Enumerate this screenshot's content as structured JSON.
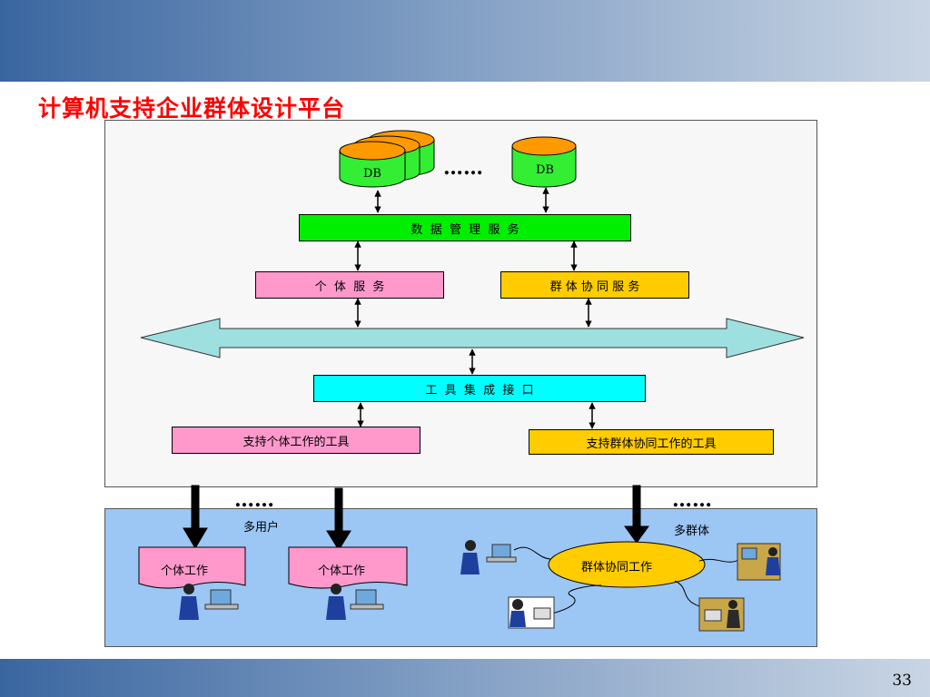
{
  "slide": {
    "title": "计算机支持企业群体设计平台",
    "page_number": "33"
  },
  "diagram": {
    "db_label_left": "DB",
    "db_label_right": "DB",
    "db_ellipsis": "……",
    "data_service": "数  据  管  理  服  务",
    "individual_service": "个  体  服  务",
    "group_service": "群 体 协 同 服 务",
    "tool_interface": "工  具  集  成  接  口",
    "individual_tools": "支持个体工作的工具",
    "group_tools": "支持群体协同工作的工具",
    "users_ellipsis_left": "……",
    "users_ellipsis_right": "……",
    "multi_user_label": "多用户",
    "multi_group_label": "多群体",
    "individual_work_1": "个体工作",
    "individual_work_2": "个体工作",
    "group_work": "群体协同工作"
  },
  "colors": {
    "db_body": "#33ee33",
    "db_top": "#ff9900",
    "data_service": "#00ee00",
    "individual": "#ff99cc",
    "group": "#ffcc00",
    "bus_arrow": "#9ee0e0",
    "interface": "#00ffff",
    "lower_panel": "#9cc6f4",
    "title": "#ff0000"
  }
}
